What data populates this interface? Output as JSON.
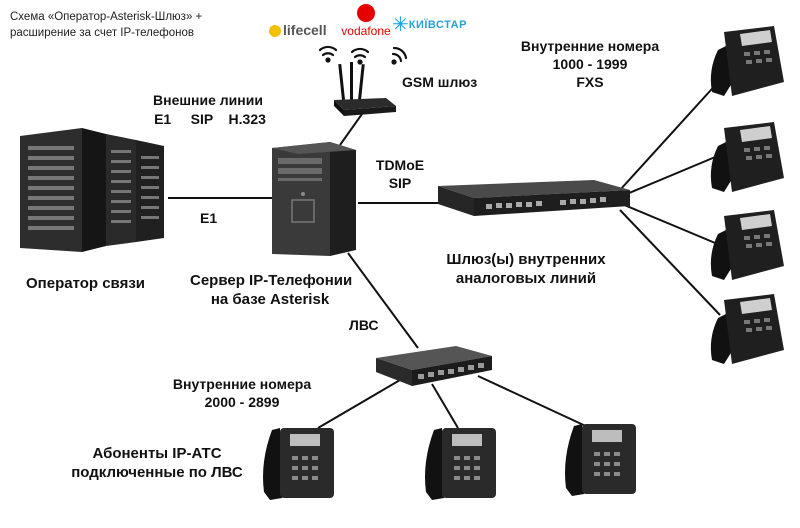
{
  "caption": {
    "line1": "Схема «Оператор-Asterisk-Шлюз» +",
    "line2": "расширение за счет IP-телефонов"
  },
  "logos": {
    "lifecell": "lifecell",
    "vodafone": "vodafone",
    "kyivstar": "КИЇВСТАР"
  },
  "labels": {
    "gsm_gateway": "GSM шлюз",
    "external_lines_title": "Внешние линии",
    "external_lines_types": "E1     SIP    H.323",
    "e1_link": "E1",
    "operator": "Оператор связи",
    "server_line1": "Сервер IP-Телефонии",
    "server_line2": "на базе Asterisk",
    "tdmoe": "TDMoE",
    "sip": "SIP",
    "internal_fxs_line1": "Внутренние номера",
    "internal_fxs_line2": "1000 - 1999",
    "internal_fxs_line3": "FXS",
    "analog_gw_line1": "Шлюз(ы) внутренних",
    "analog_gw_line2": "аналоговых линий",
    "lan": "ЛВС",
    "internal_ip_line1": "Внутренние номера",
    "internal_ip_line2": "2000 - 2899",
    "ip_subscribers_line1": "Абоненты IP-АТС",
    "ip_subscribers_line2": "подключенные по ЛВС"
  },
  "colors": {
    "line": "#111111",
    "device_dark": "#1c1c1c",
    "device_mid": "#3a3a3a",
    "lifecell": "#f2c200",
    "vodafone": "#e60000",
    "kyivstar": "#0aa0e0"
  }
}
